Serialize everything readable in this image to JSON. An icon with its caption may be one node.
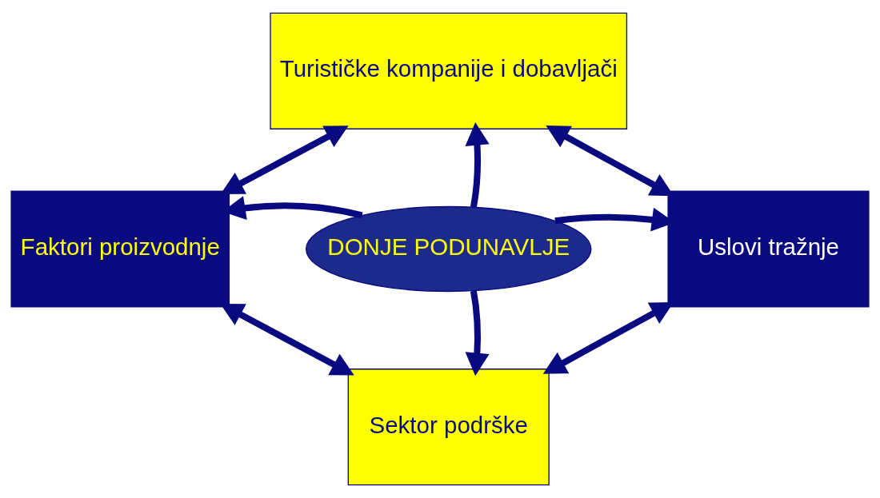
{
  "diagram": {
    "nodes": [
      {
        "text": [
          "Turističke kompanije i dobavljači"
        ]
      },
      {
        "text": [
          "Faktori proizvodnje"
        ]
      },
      {
        "text": [
          "DONJE PODUNAVLJE"
        ]
      },
      {
        "text": [
          "Uslovi tražnje"
        ]
      },
      {
        "text": [
          "Sektor podrške"
        ]
      }
    ],
    "edges": [
      {
        "from": 2,
        "to": 0,
        "arrow": "to"
      },
      {
        "from": 2,
        "to": 1,
        "arrow": "to"
      },
      {
        "from": 2,
        "to": 3,
        "arrow": "to"
      },
      {
        "from": 2,
        "to": 4,
        "arrow": "to"
      },
      {
        "from": 1,
        "to": 0,
        "arrow": "both"
      },
      {
        "from": 0,
        "to": 3,
        "arrow": "both"
      },
      {
        "from": 1,
        "to": 4,
        "arrow": "both"
      },
      {
        "from": 4,
        "to": 3,
        "arrow": "both"
      }
    ]
  }
}
